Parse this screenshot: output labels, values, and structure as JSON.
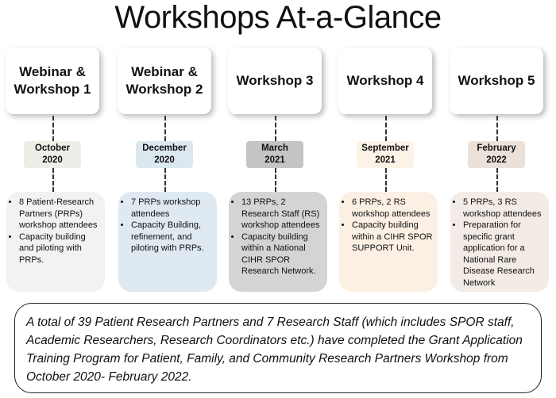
{
  "title": "Workshops At-a-Glance",
  "colors": {
    "col1_date": "#eeeee8",
    "col1_desc": "#f2f2f2",
    "col2_date": "#dce8f0",
    "col2_desc": "#dfe9f2",
    "col3_date": "#c4c4c4",
    "col3_desc": "#d4d4d4",
    "col4_date": "#fdf2e6",
    "col4_desc": "#fcf0e4",
    "col5_date": "#ebe1d9",
    "col5_desc": "#f3ebe5"
  },
  "workshops": [
    {
      "heading_line1": "Webinar &",
      "heading_line2": "Workshop 1",
      "date_line1": "October",
      "date_line2": "2020",
      "bullets": [
        "8 Patient-Research Partners (PRPs) workshop attendees",
        "Capacity building and piloting with PRPs."
      ]
    },
    {
      "heading_line1": "Webinar &",
      "heading_line2": "Workshop 2",
      "date_line1": "December",
      "date_line2": "2020",
      "bullets": [
        "7 PRPs workshop attendees",
        "Capacity Building, refinement, and piloting with PRPs."
      ]
    },
    {
      "heading_line1": "Workshop 3",
      "heading_line2": "",
      "date_line1": "March",
      "date_line2": "2021",
      "bullets": [
        "13 PRPs, 2 Research Staff (RS) workshop attendees",
        "Capacity building within a National CIHR SPOR Research Network."
      ]
    },
    {
      "heading_line1": "Workshop 4",
      "heading_line2": "",
      "date_line1": "September",
      "date_line2": "2021",
      "bullets": [
        "6 PRPs, 2 RS workshop attendees",
        "Capacity building within a CIHR SPOR SUPPORT Unit."
      ]
    },
    {
      "heading_line1": "Workshop 5",
      "heading_line2": "",
      "date_line1": "February",
      "date_line2": "2022",
      "bullets": [
        "5 PRPs, 3 RS workshop attendees",
        "Preparation for specific grant application for a National Rare Disease Research Network"
      ]
    }
  ],
  "summary": "A total of 39 Patient Research Partners and 7 Research Staff (which includes SPOR staff, Academic Researchers, Research Coordinators etc.) have completed the Grant Application Training Program for Patient, Family, and Community Research Partners Workshop from October 2020- February 2022."
}
